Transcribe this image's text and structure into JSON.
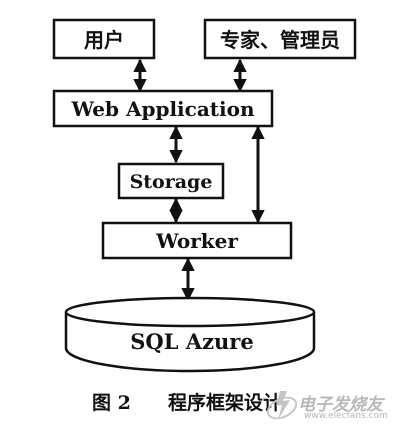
{
  "diagram": {
    "nodes": {
      "user": "用户",
      "expert_admin": "专家、管理员",
      "web_app": "Web Application",
      "storage": "Storage",
      "worker": "Worker",
      "sql_azure": "SQL Azure"
    },
    "edges": [
      {
        "from": "user",
        "to": "web_app",
        "type": "bidirectional"
      },
      {
        "from": "expert_admin",
        "to": "web_app",
        "type": "bidirectional"
      },
      {
        "from": "web_app",
        "to": "storage",
        "type": "bidirectional"
      },
      {
        "from": "storage",
        "to": "worker",
        "type": "bidirectional"
      },
      {
        "from": "web_app",
        "to": "worker",
        "type": "bidirectional"
      },
      {
        "from": "worker",
        "to": "sql_azure",
        "type": "bidirectional"
      }
    ]
  },
  "caption": {
    "number": "图 2",
    "title": "程序框架设计"
  },
  "watermark": {
    "name": "电子发烧友",
    "url": "www.elecfans.com"
  }
}
